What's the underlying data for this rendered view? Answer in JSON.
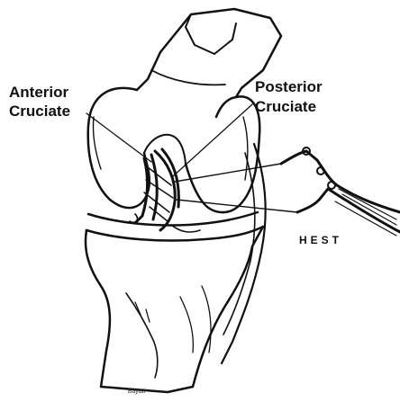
{
  "labels": {
    "anterior_line1": "Anterior",
    "anterior_line2": "Cruciate",
    "posterior_line1": "Posterior",
    "posterior_line2": "Cruciate",
    "device": "HEST"
  },
  "signature": "Bayati"
}
